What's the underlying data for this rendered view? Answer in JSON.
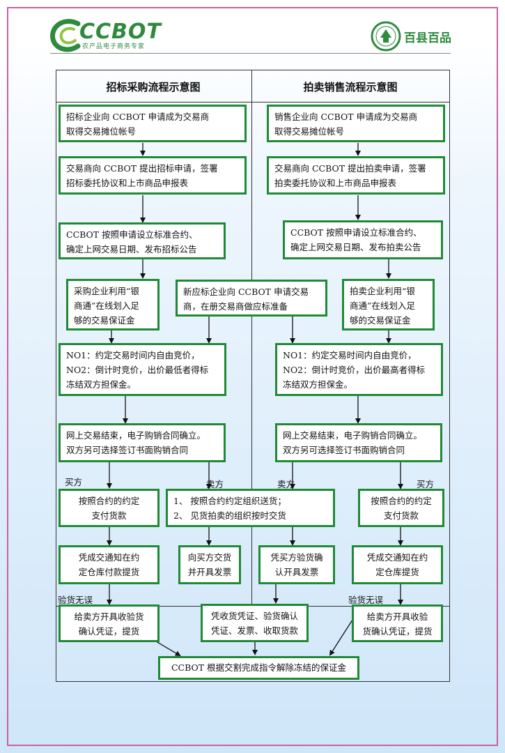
{
  "header": {
    "brand_name": "CCBOT",
    "brand_tagline": "农产品电子商务专家",
    "partner_name": "百县百品",
    "colors": {
      "brand_green": "#2e8a3e",
      "box_border": "#1f8a35",
      "frame_pink": "#c9609f"
    }
  },
  "diagram": {
    "left_title": "招标采购流程示意图",
    "right_title": "拍卖销售流程示意图",
    "left": {
      "step1": "招标企业向 CCBOT 申请成为交易商\n取得交易摊位帐号",
      "step2": "交易商向 CCBOT 提出招标申请，签署\n招标委托协议和上市商品申报表",
      "step3": "CCBOT 按照申请设立标准合约、\n确定上网交易日期、发布招标公告",
      "step4": "采购企业利用“银\n商通”在线划入足\n够的交易保证金",
      "step5": "NO1：约定交易时间内自由竞价，\nNO2：倒计时竞价，出价最低者得标\n冻结双方担保金。",
      "step6": "网上交易结束，电子购销合同确立。\n双方另可选择签订书面购销合同",
      "buyer_label": "买方",
      "seller_label": "卖方",
      "step7": "按照合约的约定\n支付货款",
      "step8": "凭成交通知在约\n定仓库付款提货",
      "inspect_label": "验货无误",
      "step9": "给卖方开具收验货\n确认凭证，提货",
      "seller_step": "向买方交货\n并开具发票"
    },
    "center": {
      "new_bidder": "新应标企业向 CCBOT 申请交易\n商，在册交易商做应标准备",
      "delivery": "1、 按照合约约定组织送货；\n2、 见货拍卖的组织按时交货",
      "payment": "凭收货凭证、验货确认\n凭证、发票、收取货款",
      "final": "CCBOT  根据交割完成指令解除冻结的保证金"
    },
    "right": {
      "step1": "销售企业向 CCBOT 申请成为交易商\n取得交易摊位帐号",
      "step2": "交易商向 CCBOT 提出拍卖申请，签署\n拍卖委托协议和上市商品申报表",
      "step3": "CCBOT 按照申请设立标准合约、\n确定上网交易日期、发布拍卖公告",
      "step4": "拍卖企业利用“银\n商通”在线划入足\n够的交易保证金",
      "step5": "NO1：约定交易时间内自由竞价，\nNO2：倒计时竞价，出价最高者得标\n冻结双方担保金。",
      "step6": "网上交易结束，电子购销合同确立。\n双方另可选择签订书面购销合同",
      "seller_label": "卖方",
      "buyer_label": "买方",
      "step7": "按照合约的约定\n支付货款",
      "step8": "凭成交通知在约\n定仓库提货",
      "inspect_label": "验货无误",
      "step9": "给卖方开具收验\n货确认凭证，提货",
      "seller_step": "凭买方验货确\n认开具发票"
    }
  }
}
